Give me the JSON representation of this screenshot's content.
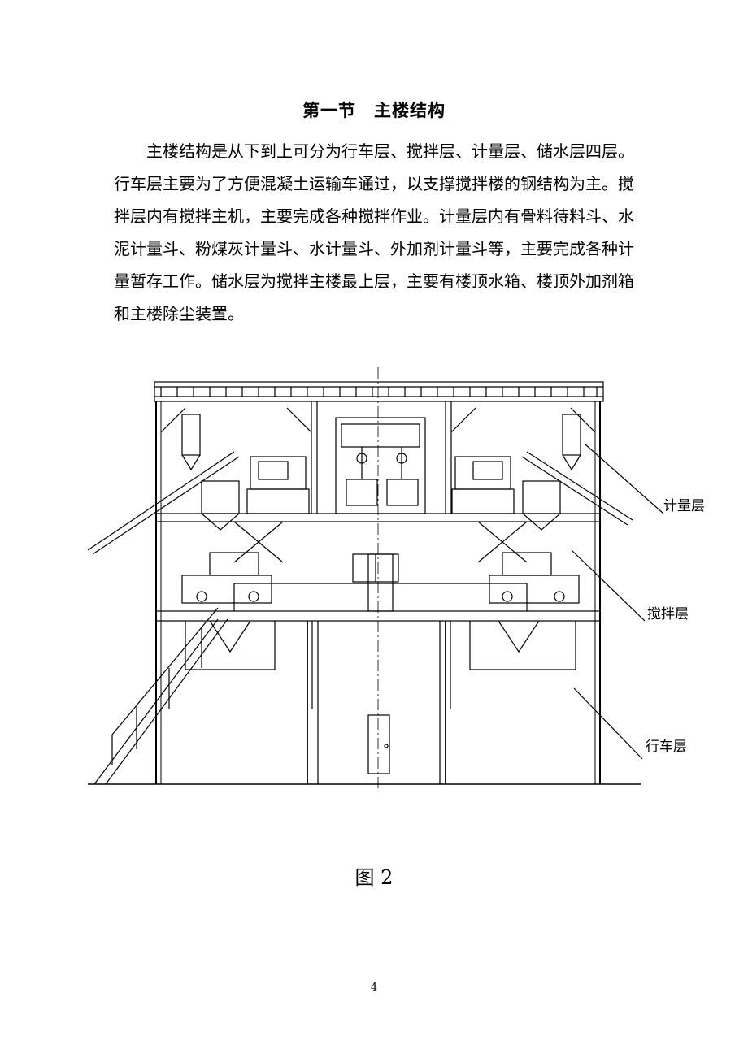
{
  "section_title": "第一节　主楼结构",
  "paragraph": "主楼结构是从下到上可分为行车层、搅拌层、计量层、储水层四层。行车层主要为了方便混凝土运输车通过，以支撑搅拌楼的钢结构为主。搅拌层内有搅拌主机，主要完成各种搅拌作业。计量层内有骨料待料斗、水泥计量斗、粉煤灰计量斗、水计量斗、外加剂计量斗等，主要完成各种计量暂存工作。储水层为搅拌主楼最上层，主要有楼顶水箱、楼顶外加剂箱和主楼除尘装置。",
  "figure": {
    "labels": {
      "metering": "计量层",
      "mixing": "搅拌层",
      "driving": "行车层"
    },
    "caption": "图 2"
  },
  "page_number": "4"
}
